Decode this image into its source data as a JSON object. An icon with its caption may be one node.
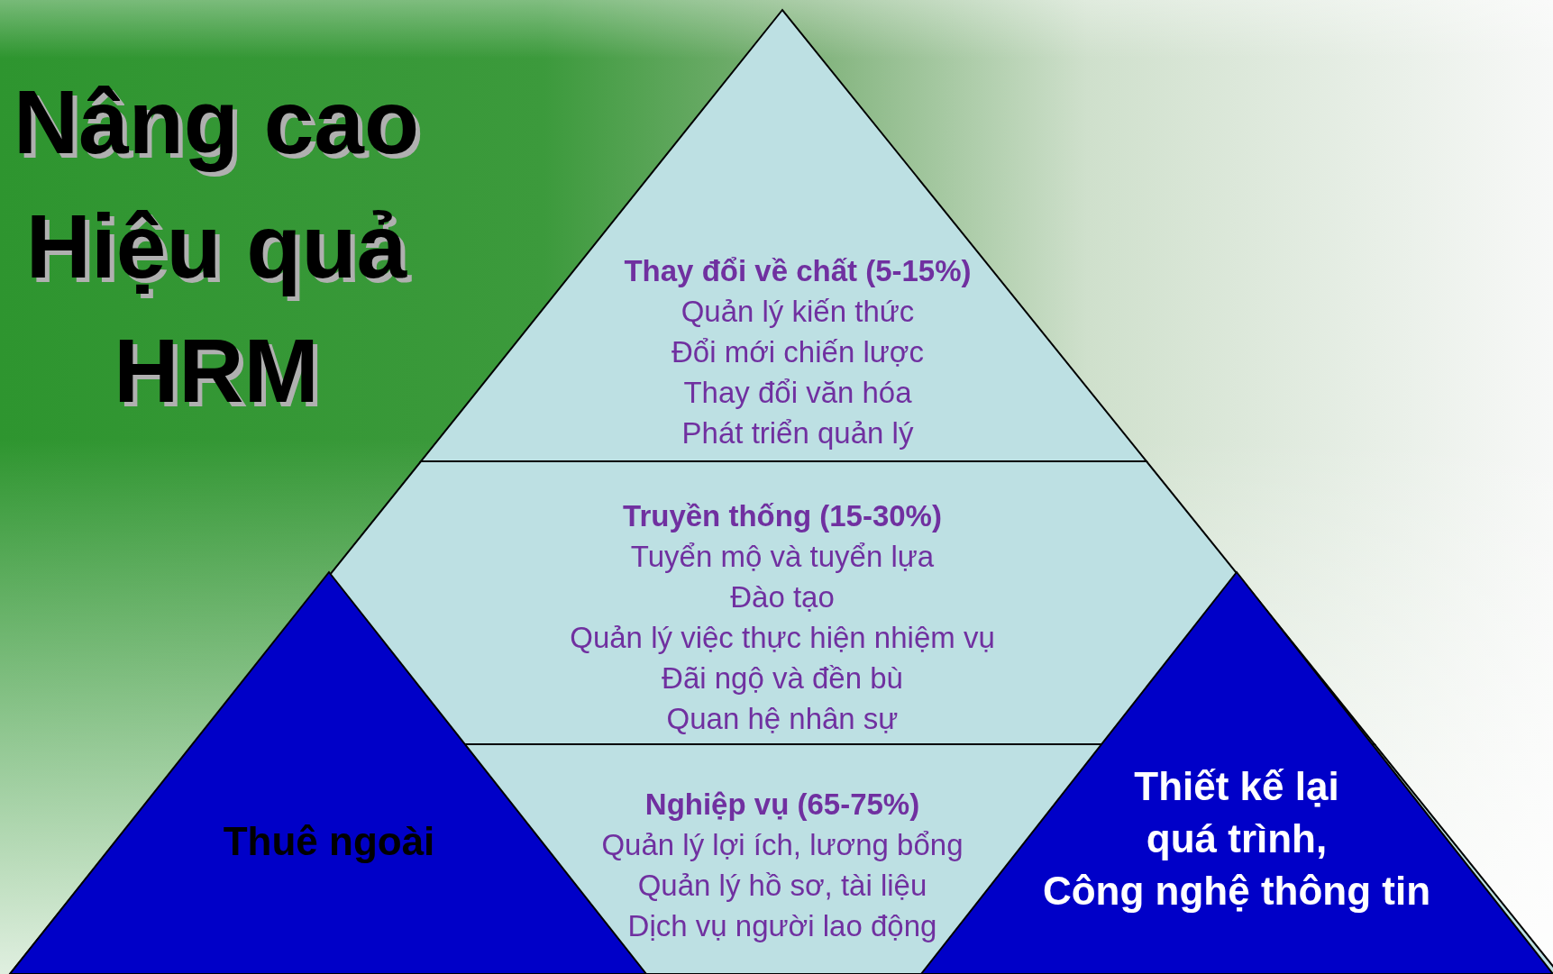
{
  "diagram": {
    "title": "Nâng cao Hiệu quả HRM",
    "nodes": [
      {
        "text": [
          "Thay đổi về chất (5-15%)",
          "Quản lý kiến thức",
          "Đổi mới chiến lược",
          "Thay đổi văn hóa",
          "Phát triển quản lý"
        ]
      },
      {
        "text": [
          "Truyền thống (15-30%)",
          "Tuyển mộ và tuyển lựa",
          "Đào tạo",
          "Quản lý việc thực hiện nhiệm vụ",
          "Đãi ngộ và đền bù",
          "Quan hệ nhân sự"
        ]
      },
      {
        "text": [
          "Nghiệp vụ (65-75%)",
          "Quản lý lợi ích, lương bổng",
          "Quản lý hồ sơ, tài liệu",
          "Dịch vụ người lao động"
        ]
      },
      {
        "text": [
          "Thuê ngoài"
        ]
      },
      {
        "text": [
          "Thiết kế lại quá trình,",
          "Công nghệ thông tin"
        ]
      }
    ],
    "edges": []
  }
}
